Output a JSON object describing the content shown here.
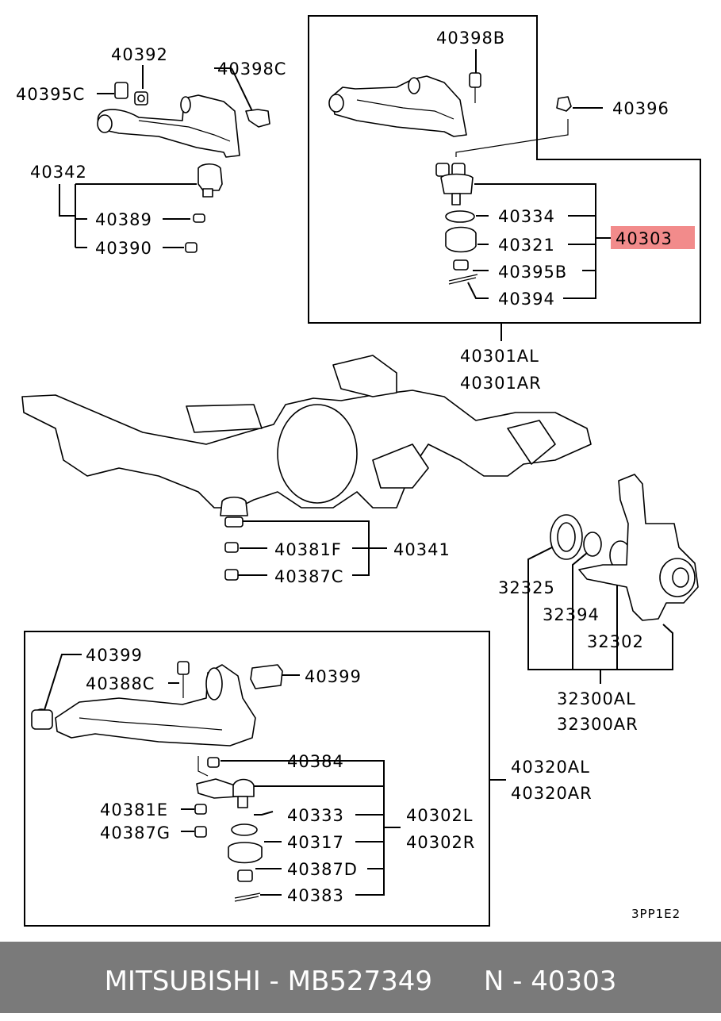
{
  "labels": {
    "l40392": "40392",
    "l40395C": "40395C",
    "l40398C": "40398C",
    "l40342": "40342",
    "l40389": "40389",
    "l40390": "40390",
    "l40398B": "40398B",
    "l40396": "40396",
    "l40334": "40334",
    "l40321": "40321",
    "l40395B": "40395B",
    "l40394": "40394",
    "l40303": "40303",
    "l40301AL": "40301AL",
    "l40301AR": "40301AR",
    "l40381F": "40381F",
    "l40341": "40341",
    "l40387C": "40387C",
    "l32325": "32325",
    "l32394": "32394",
    "l32302": "32302",
    "l32300AL": "32300AL",
    "l32300AR": "32300AR",
    "l40399a": "40399",
    "l40399b": "40399",
    "l40388C": "40388C",
    "l40384": "40384",
    "l40320AL": "40320AL",
    "l40320AR": "40320AR",
    "l40381E": "40381E",
    "l40333": "40333",
    "l40302L": "40302L",
    "l40387G": "40387G",
    "l40317": "40317",
    "l40302R": "40302R",
    "l40387D": "40387D",
    "l40383": "40383",
    "code": "3PP1E2"
  },
  "highlight_color": "#f28b8b",
  "footer": {
    "text": "MITSUBISHI - MB527349      N - 40303"
  }
}
